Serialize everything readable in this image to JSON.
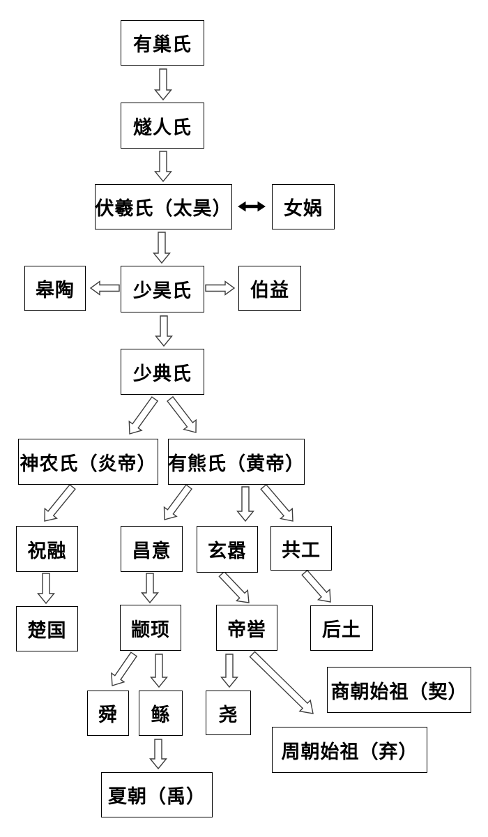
{
  "diagram": {
    "background_color": "#ffffff",
    "box_border_color": "#000000",
    "arrow_outline_color": "#3d3d3d",
    "double_arrow_color": "#000000",
    "nodes": {
      "youchao": "有巢氏",
      "suiren": "燧人氏",
      "fuxi": "伏羲氏（太昊）",
      "nuwa": "女娲",
      "gaoyao": "皋陶",
      "shaohao": "少昊氏",
      "boyi": "伯益",
      "shaodian": "少典氏",
      "shennong": "神农氏（炎帝）",
      "youxiong": "有熊氏（黄帝）",
      "zhurong": "祝融",
      "changyi": "昌意",
      "xuanxiao": "玄嚣",
      "gonggong": "共工",
      "chuguo": "楚国",
      "zhuanxu": "颛顼",
      "diku": "帝喾",
      "houtu": "后土",
      "shun": "舜",
      "gun": "鲧",
      "yao": "尧",
      "shangzushi": "商朝始祖（契）",
      "zhouzushi": "周朝始祖（弃）",
      "xiachao": "夏朝（禹）"
    },
    "edges": [
      {
        "from": "youchao",
        "to": "suiren",
        "style": "block-down"
      },
      {
        "from": "suiren",
        "to": "fuxi",
        "style": "block-down"
      },
      {
        "from": "fuxi",
        "to": "nuwa",
        "style": "double"
      },
      {
        "from": "fuxi",
        "to": "shaohao",
        "style": "block-down"
      },
      {
        "from": "shaohao",
        "to": "gaoyao",
        "style": "block-left"
      },
      {
        "from": "shaohao",
        "to": "boyi",
        "style": "block-right"
      },
      {
        "from": "shaohao",
        "to": "shaodian",
        "style": "block-down"
      },
      {
        "from": "shaodian",
        "to": "shennong",
        "style": "block-diagonal"
      },
      {
        "from": "shaodian",
        "to": "youxiong",
        "style": "block-diagonal"
      },
      {
        "from": "shennong",
        "to": "zhurong",
        "style": "block-diagonal"
      },
      {
        "from": "youxiong",
        "to": "changyi",
        "style": "block-diagonal"
      },
      {
        "from": "youxiong",
        "to": "xuanxiao",
        "style": "block-down"
      },
      {
        "from": "youxiong",
        "to": "gonggong",
        "style": "block-diagonal"
      },
      {
        "from": "zhurong",
        "to": "chuguo",
        "style": "block-down"
      },
      {
        "from": "changyi",
        "to": "zhuanxu",
        "style": "block-down"
      },
      {
        "from": "xuanxiao",
        "to": "diku",
        "style": "block-diagonal"
      },
      {
        "from": "gonggong",
        "to": "houtu",
        "style": "block-diagonal"
      },
      {
        "from": "zhuanxu",
        "to": "shun",
        "style": "block-diagonal"
      },
      {
        "from": "zhuanxu",
        "to": "gun",
        "style": "block-down"
      },
      {
        "from": "diku",
        "to": "yao",
        "style": "block-down"
      },
      {
        "from": "diku",
        "to": "zhouzushi",
        "style": "block-diagonal"
      },
      {
        "from": "gun",
        "to": "xiachao",
        "style": "block-down"
      }
    ]
  }
}
